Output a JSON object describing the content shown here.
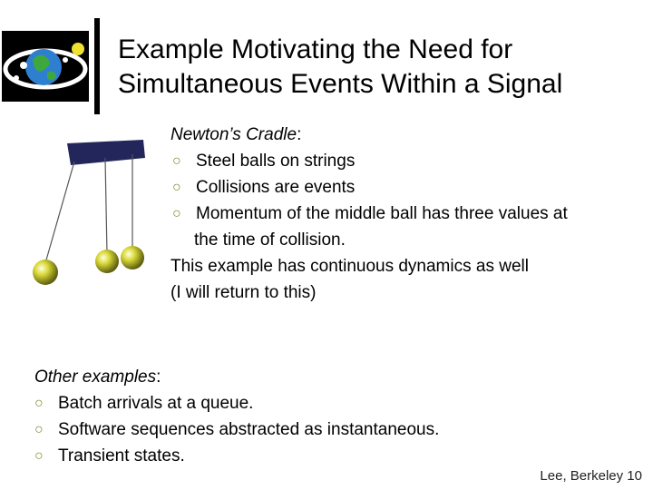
{
  "slide": {
    "title_line1": "Example Motivating the Need for",
    "title_line2": "Simultaneous Events Within a Signal",
    "cradle_heading": "Newton’s Cradle",
    "cradle_colon": ":",
    "cradle_items": [
      "Steel balls on strings",
      "Collisions are events",
      "Momentum of the middle ball has three values at",
      "the time of collision."
    ],
    "continuous_note": "This example has continuous dynamics as well",
    "return_note": "(I will return to this)",
    "other_heading": "Other examples",
    "other_colon": ":",
    "other_items": [
      "Batch arrivals at a queue.",
      "Software sequences abstracted as instantaneous.",
      "Transient states."
    ],
    "footer": "Lee, Berkeley 10"
  },
  "icons": {
    "logo": "globe-orbit-logo",
    "bullet": "ring-bullet-icon",
    "illustration": "newtons-cradle-illustration"
  },
  "colors": {
    "bullet": "#7a8a20",
    "bar": "#23265a",
    "ball": "#c8c828"
  }
}
